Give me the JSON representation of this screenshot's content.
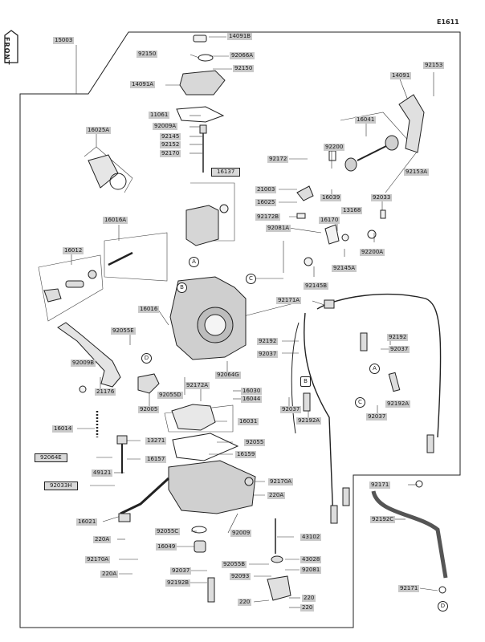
{
  "diagram_code": "E1611",
  "front_label": "FRONT",
  "callouts": {
    "p15003": "15003",
    "p14091b": "14091B",
    "p92150a": "92150",
    "p92066a": "92066A",
    "p92150b": "92150",
    "p14091a": "14091A",
    "p92153": "92153",
    "p14091": "14091",
    "p11061": "11061",
    "p92009a": "92009A",
    "p92145": "92145",
    "p92152": "92152",
    "p92170": "92170",
    "p16041": "16041",
    "p16025a": "16025A",
    "p92172": "92172",
    "p92200": "92200",
    "p92153a": "92153A",
    "p16137": "16137",
    "p21003": "21003",
    "p16025": "16025",
    "p16039": "16039",
    "p92033": "92033",
    "p92172b": "92172B",
    "p16016a": "16016A",
    "p13168": "13168",
    "p16170": "16170",
    "p92081a": "92081A",
    "p16012": "16012",
    "p92200a": "92200A",
    "p92145a": "92145A",
    "p92145b": "92145B",
    "p92171a": "92171A",
    "p16016": "16016",
    "p92055e": "92055E",
    "p92192a": "92192",
    "p92037a": "92037",
    "p92192b": "92192",
    "p92037b": "92037",
    "p92009b": "92009B",
    "p92064g": "92064G",
    "p92172a": "92172A",
    "p21176": "21176",
    "p92055d": "92055D",
    "p16030": "16030",
    "p16044": "16044",
    "p92005": "92005",
    "p92037c": "92037",
    "p92192a2": "92192A",
    "p92192a3": "92192A",
    "p92037d": "92037",
    "p16031": "16031",
    "p16014": "16014",
    "p13271": "13271",
    "p92055": "92055",
    "p92064e": "92064E",
    "p16157": "16157",
    "p16159": "16159",
    "p49121": "49121",
    "p92033h": "92033H",
    "p92170a": "92170A",
    "p220a": "220A",
    "p92171": "92171",
    "p16021": "16021",
    "p92055c": "92055C",
    "p92009": "92009",
    "p43102": "43102",
    "p92192c": "92192C",
    "p220a2": "220A",
    "p16049": "16049",
    "p92170a2": "92170A",
    "p92055b": "92055B",
    "p43028": "43028",
    "p220a3": "220A",
    "p92037e": "92037",
    "p92081": "92081",
    "p92192b2": "92192B",
    "p92093": "92093",
    "p220b": "220",
    "p220c": "220",
    "p220d": "220",
    "p92171b": "92171"
  },
  "ref_markers": {
    "mA1": "A",
    "mB1": "B",
    "mC1": "C",
    "mD1": "D",
    "mB2": "B",
    "mA2": "A",
    "mC2": "C",
    "mD2": "D"
  }
}
